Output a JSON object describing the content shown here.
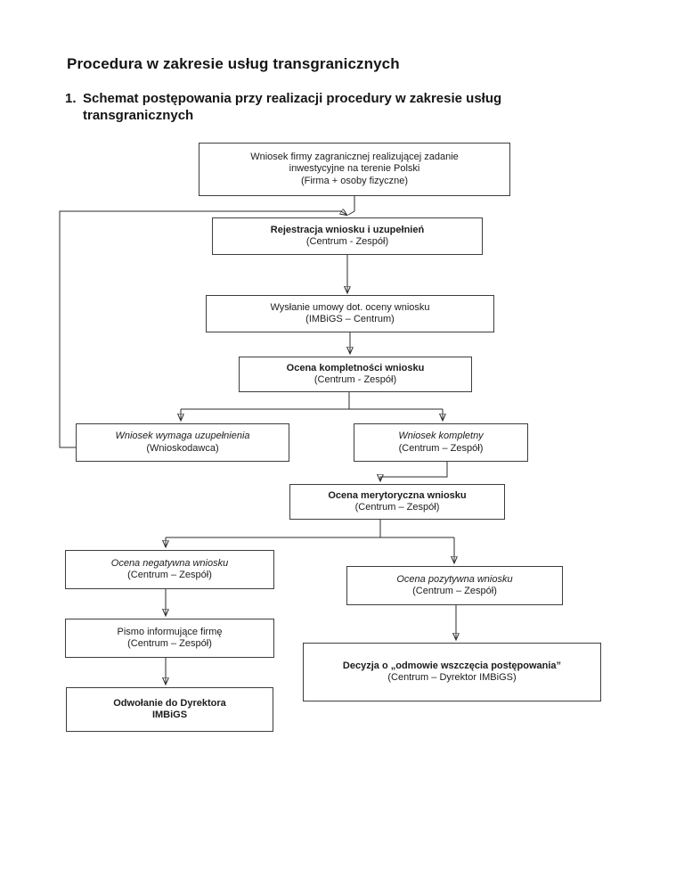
{
  "colors": {
    "background": "#ffffff",
    "text": "#1a1a1a",
    "box_border": "#3d3d3d",
    "line": "#2b2b2b"
  },
  "page": {
    "title": "Procedura w zakresie usług transgranicznych",
    "heading_number": "1.",
    "heading_line1": "Schemat postępowania przy realizacji procedury w zakresie usług",
    "heading_line2": "transgranicznych"
  },
  "flowchart": {
    "boxes": {
      "wniosek_firmy": {
        "lines": [
          "Wniosek firmy zagranicznej realizującej zadanie",
          "inwestycyjne na terenie Polski",
          "(Firma + osoby fizyczne)"
        ]
      },
      "rejestracja": {
        "lines": [
          "Rejestracja wniosku i uzupełnień",
          "(Centrum - Zespół)"
        ]
      },
      "wyslanie_umowy": {
        "lines": [
          "Wysłanie umowy dot. oceny wniosku",
          "(IMBiGS – Centrum)"
        ]
      },
      "ocena_kompletnosci": {
        "lines": [
          "Ocena kompletności wniosku",
          "(Centrum - Zespół)"
        ]
      },
      "wniosek_wymaga": {
        "lines": [
          "Wniosek wymaga uzupełnienia",
          "(Wnioskodawca)"
        ]
      },
      "wniosek_kompletny": {
        "lines": [
          "Wniosek kompletny",
          "(Centrum – Zespół)"
        ]
      },
      "ocena_merytoryczna": {
        "lines": [
          "Ocena merytoryczna wniosku",
          "(Centrum – Zespół)"
        ]
      },
      "ocena_negatywna": {
        "lines": [
          "Ocena negatywna wniosku",
          "(Centrum – Zespół)"
        ]
      },
      "ocena_pozytywna": {
        "lines": [
          "Ocena pozytywna wniosku",
          "(Centrum – Zespół)"
        ]
      },
      "pismo": {
        "lines": [
          "Pismo informujące firmę",
          "(Centrum – Zespół)"
        ]
      },
      "odwolanie": {
        "lines": [
          "Odwołanie do Dyrektora",
          "IMBiGS"
        ]
      },
      "decyzja": {
        "lines": [
          "Decyzja o „odmowie wszczęcia postępowania”",
          "(Centrum – Dyrektor IMBiGS)"
        ]
      }
    },
    "edges": [
      {
        "from": "wniosek_firmy",
        "to": "rejestracja"
      },
      {
        "from": "rejestracja",
        "to": "wyslanie_umowy"
      },
      {
        "from": "wyslanie_umowy",
        "to": "ocena_kompletnosci"
      },
      {
        "from": "ocena_kompletnosci",
        "to": "wniosek_wymaga"
      },
      {
        "from": "ocena_kompletnosci",
        "to": "wniosek_kompletny"
      },
      {
        "from": "wniosek_wymaga",
        "to": "rejestracja"
      },
      {
        "from": "wniosek_kompletny",
        "to": "ocena_merytoryczna"
      },
      {
        "from": "ocena_merytoryczna",
        "to": "ocena_negatywna"
      },
      {
        "from": "ocena_merytoryczna",
        "to": "ocena_pozytywna"
      },
      {
        "from": "ocena_negatywna",
        "to": "pismo"
      },
      {
        "from": "pismo",
        "to": "odwolanie"
      },
      {
        "from": "ocena_pozytywna",
        "to": "decyzja"
      }
    ]
  }
}
